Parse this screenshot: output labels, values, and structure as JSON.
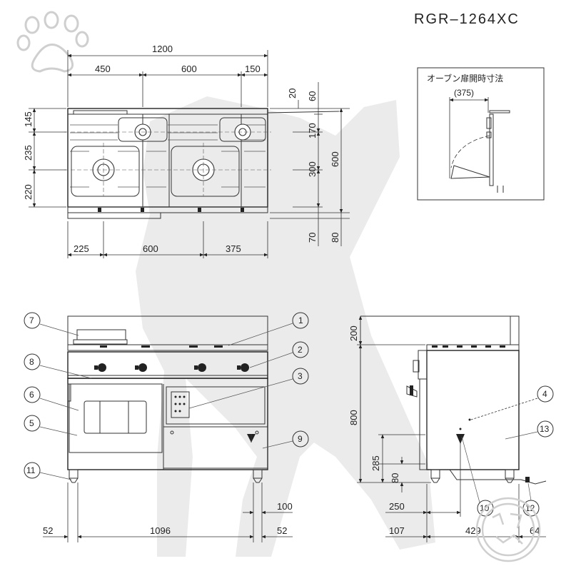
{
  "model": "RGR–1264XC",
  "inset": {
    "title": "オーブン扉開時寸法",
    "dim": "(375)"
  },
  "top_view": {
    "width": "1200",
    "splits": [
      "450",
      "600",
      "150"
    ],
    "left": [
      "145",
      "235",
      "220"
    ],
    "right_small": [
      "20",
      "60",
      "170",
      "300"
    ],
    "depth": "600",
    "bottom_right": [
      "70",
      "80"
    ],
    "bottom": [
      "225",
      "600",
      "375"
    ]
  },
  "front_view": {
    "callouts": [
      "7",
      "8",
      "6",
      "5",
      "11",
      "1",
      "2",
      "3",
      "9"
    ],
    "dims": [
      "52",
      "1096",
      "52",
      "100"
    ]
  },
  "side_view": {
    "height": [
      "200",
      "800",
      "285",
      "80"
    ],
    "callouts": [
      "4",
      "13",
      "10",
      "12"
    ],
    "dims": [
      "250",
      "107",
      "429",
      "64"
    ]
  }
}
